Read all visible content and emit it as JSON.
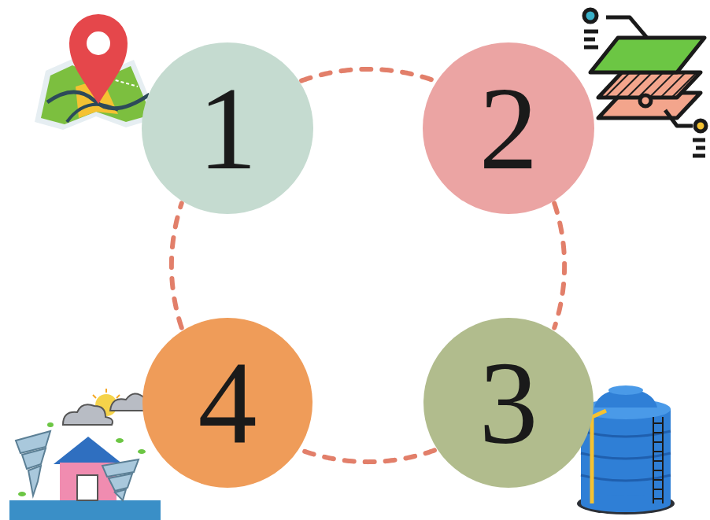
{
  "diagram": {
    "nodes": [
      {
        "text": [
          "1"
        ]
      },
      {
        "text": [
          "2"
        ]
      },
      {
        "text": [
          "4"
        ]
      },
      {
        "text": [
          "3"
        ]
      }
    ],
    "edges": [
      {
        "from": 0,
        "to": 1,
        "arrow": "none"
      },
      {
        "from": 1,
        "to": 3,
        "arrow": "none"
      },
      {
        "from": 3,
        "to": 2,
        "arrow": "none"
      },
      {
        "from": 2,
        "to": 0,
        "arrow": "none"
      }
    ]
  }
}
